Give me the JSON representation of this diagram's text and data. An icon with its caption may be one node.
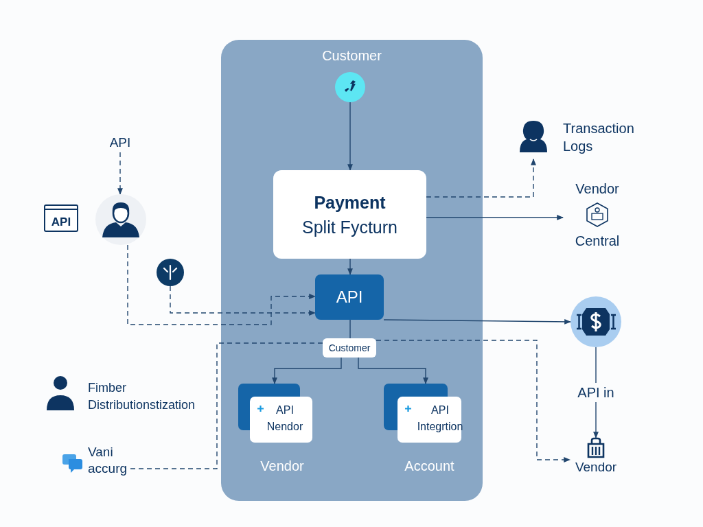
{
  "diagram": {
    "nodes": [
      {
        "text": [
          "Customer"
        ]
      },
      {
        "text": [],
        "shape": "circle",
        "in": 0
      },
      {
        "text": [
          "Payment",
          "Split Fycturn"
        ],
        "in": 0
      },
      {
        "text": [
          "API"
        ],
        "in": 0
      },
      {
        "text": [
          "Customer"
        ],
        "in": 0
      },
      {
        "text": [
          "API Nendor"
        ],
        "beside": [
          "Vendor"
        ],
        "in": 0
      },
      {
        "text": [
          "API Integrtion"
        ],
        "beside": [
          "Account"
        ],
        "in": 0
      },
      {
        "text": [
          "API"
        ]
      },
      {
        "text": [],
        "shape": "person"
      },
      {
        "text": [
          "API"
        ]
      },
      {
        "text": [],
        "shape": "circle"
      },
      {
        "text": [
          "Vani accurg"
        ]
      },
      {
        "text": [
          "Transaction Logs"
        ]
      },
      {
        "text": [
          "Vendor",
          "Central"
        ]
      },
      {
        "text": [],
        "shape": "circle"
      },
      {
        "text": [
          "Vendor"
        ]
      }
    ],
    "edges": [
      {
        "from": 1,
        "to": 2,
        "arrow": "to"
      },
      {
        "from": 7,
        "to": 8,
        "arrow": "to",
        "style": "dashed"
      },
      {
        "from": 2,
        "to": 3,
        "arrow": "to"
      },
      {
        "from": 3,
        "to": 4,
        "arrow": "none"
      },
      {
        "from": 4,
        "to": 5,
        "arrow": "to"
      },
      {
        "from": 4,
        "to": 6,
        "arrow": "to"
      },
      {
        "from": 8,
        "to": 3,
        "arrow": "to",
        "style": "dashed"
      },
      {
        "from": 10,
        "to": 3,
        "arrow": "to",
        "style": "dashed"
      },
      {
        "from": 2,
        "to": 12,
        "arrow": "to",
        "style": "dashed"
      },
      {
        "from": 2,
        "to": 13,
        "arrow": "to"
      },
      {
        "from": 3,
        "to": 14,
        "arrow": "to"
      },
      {
        "from": 14,
        "to": 15,
        "arrow": "to",
        "label": "API in"
      },
      {
        "from": 4,
        "to": 15,
        "arrow": "to",
        "style": "dashed"
      },
      {
        "from": 11,
        "to": 4,
        "arrow": "none",
        "style": "dashed"
      }
    ],
    "labels": [
      "Fimber Distributionstization"
    ]
  }
}
